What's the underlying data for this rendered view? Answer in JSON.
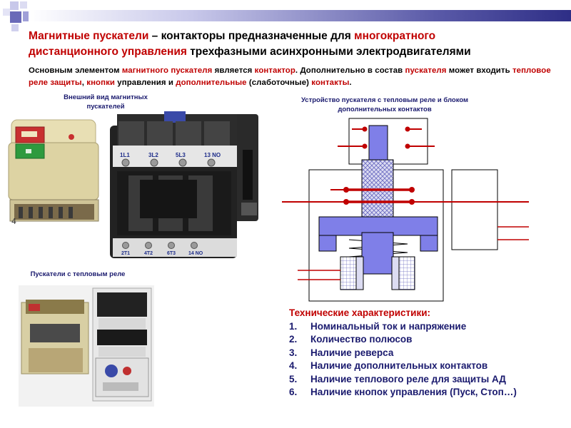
{
  "title": {
    "part1_red": "Магнитные пускатели",
    "part2": " – контакторы предназначенные для ",
    "part3_red": "многократного",
    "part4_red": "дистанционного управления",
    "part5": " трехфазными асинхронными электродвигателями"
  },
  "intro": {
    "t1": "Основным элементом ",
    "t2_red": "магнитного пускателя",
    "t3": " является ",
    "t4_red": "контактор",
    "t5": ". Дополнительно в состав ",
    "t6_red": "пускателя",
    "t7": " может входить ",
    "t8_red": "тепловое реле защиты",
    "t9": ", ",
    "t10_red": "кнопки",
    "t11": " управления и ",
    "t12_red": "дополнительные",
    "t13": " (слаботочные) ",
    "t14_red": "контакты",
    "t15": "."
  },
  "captions": {
    "external_view": "Внешний вид магнитных пускателей",
    "thermal_relay": "Пускатели с тепловым реле",
    "device_structure": "Устройство пускателя с тепловым реле и блоком дополнительных контактов"
  },
  "photo_labels": {
    "top_terminals": [
      "1L1",
      "3L2",
      "5L3",
      "13 NO"
    ],
    "bottom_terminals": [
      "2T1",
      "4T2",
      "6T3",
      "14 NO"
    ],
    "side_mark": "4"
  },
  "specs": {
    "title": "Технические характеристики:",
    "items": [
      {
        "num": "1.",
        "text": "Номинальный ток и напряжение"
      },
      {
        "num": "2.",
        "text": "Количество полюсов"
      },
      {
        "num": "3.",
        "text": "Наличие реверса"
      },
      {
        "num": "4.",
        "text": "Наличие дополнительных контактов"
      },
      {
        "num": "5.",
        "text": "Наличие теплового реле для защиты АД"
      },
      {
        "num": "6.",
        "text": "Наличие кнопок управления (Пуск, Стоп…)"
      }
    ]
  },
  "colors": {
    "accent_red": "#c00000",
    "text_blue": "#1a1a6e",
    "diagram_blue": "#7f7fe8",
    "diagram_dark": "#1e2d8a"
  }
}
